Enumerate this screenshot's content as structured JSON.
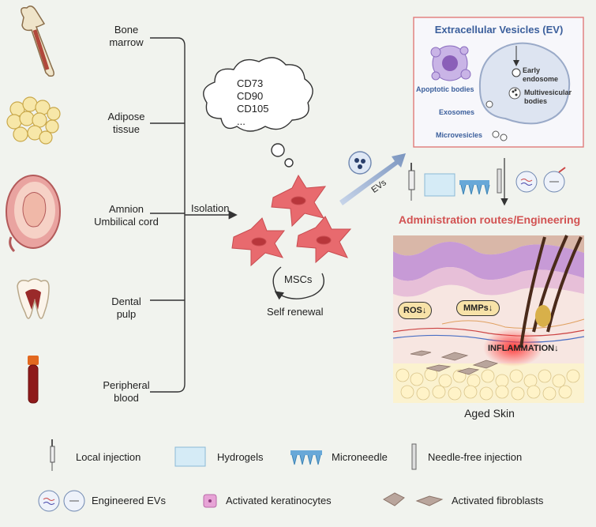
{
  "sources": [
    {
      "label": "Bone\nmarrow",
      "icon": "bone-icon"
    },
    {
      "label": "Adipose\ntissue",
      "icon": "adipose-icon"
    },
    {
      "label": "Amnion\nUmbilical cord",
      "icon": "uterus-icon"
    },
    {
      "label": "Dental\npulp",
      "icon": "tooth-icon"
    },
    {
      "label": "Peripheral\nblood",
      "icon": "blood-tube-icon"
    }
  ],
  "markers": [
    "CD73",
    "CD90",
    "CD105",
    "..."
  ],
  "isolation_label": "Isolation",
  "msc_label": "MSCs",
  "self_renewal_label": "Self renewal",
  "evs_arrow_label": "EVs",
  "ev_box": {
    "title": "Extracellular Vesicles (EV)",
    "apoptotic": "Apoptotic bodies",
    "early_endosome": "Early\nendosome",
    "multivesicular": "Multivesicular\nbodies",
    "exosomes": "Exosomes",
    "microvesicles": "Microvesicles"
  },
  "admin_title": "Administration routes/Engineering",
  "skin": {
    "ros": "ROS↓",
    "mmps": "MMPs↓",
    "inflammation": "INFLAMMATION↓",
    "caption": "Aged Skin"
  },
  "legend": {
    "local_injection": "Local injection",
    "hydrogels": "Hydrogels",
    "microneedle": "Microneedle",
    "needle_free": "Needle-free injection",
    "engineered_evs": "Engineered EVs",
    "keratinocytes": "Activated keratinocytes",
    "fibroblasts": "Activated fibroblasts"
  },
  "colors": {
    "ev_title": "#3b5f9c",
    "admin_title": "#d25252",
    "ev_box_border": "#e07a7a",
    "msc": "#e86a6e"
  }
}
